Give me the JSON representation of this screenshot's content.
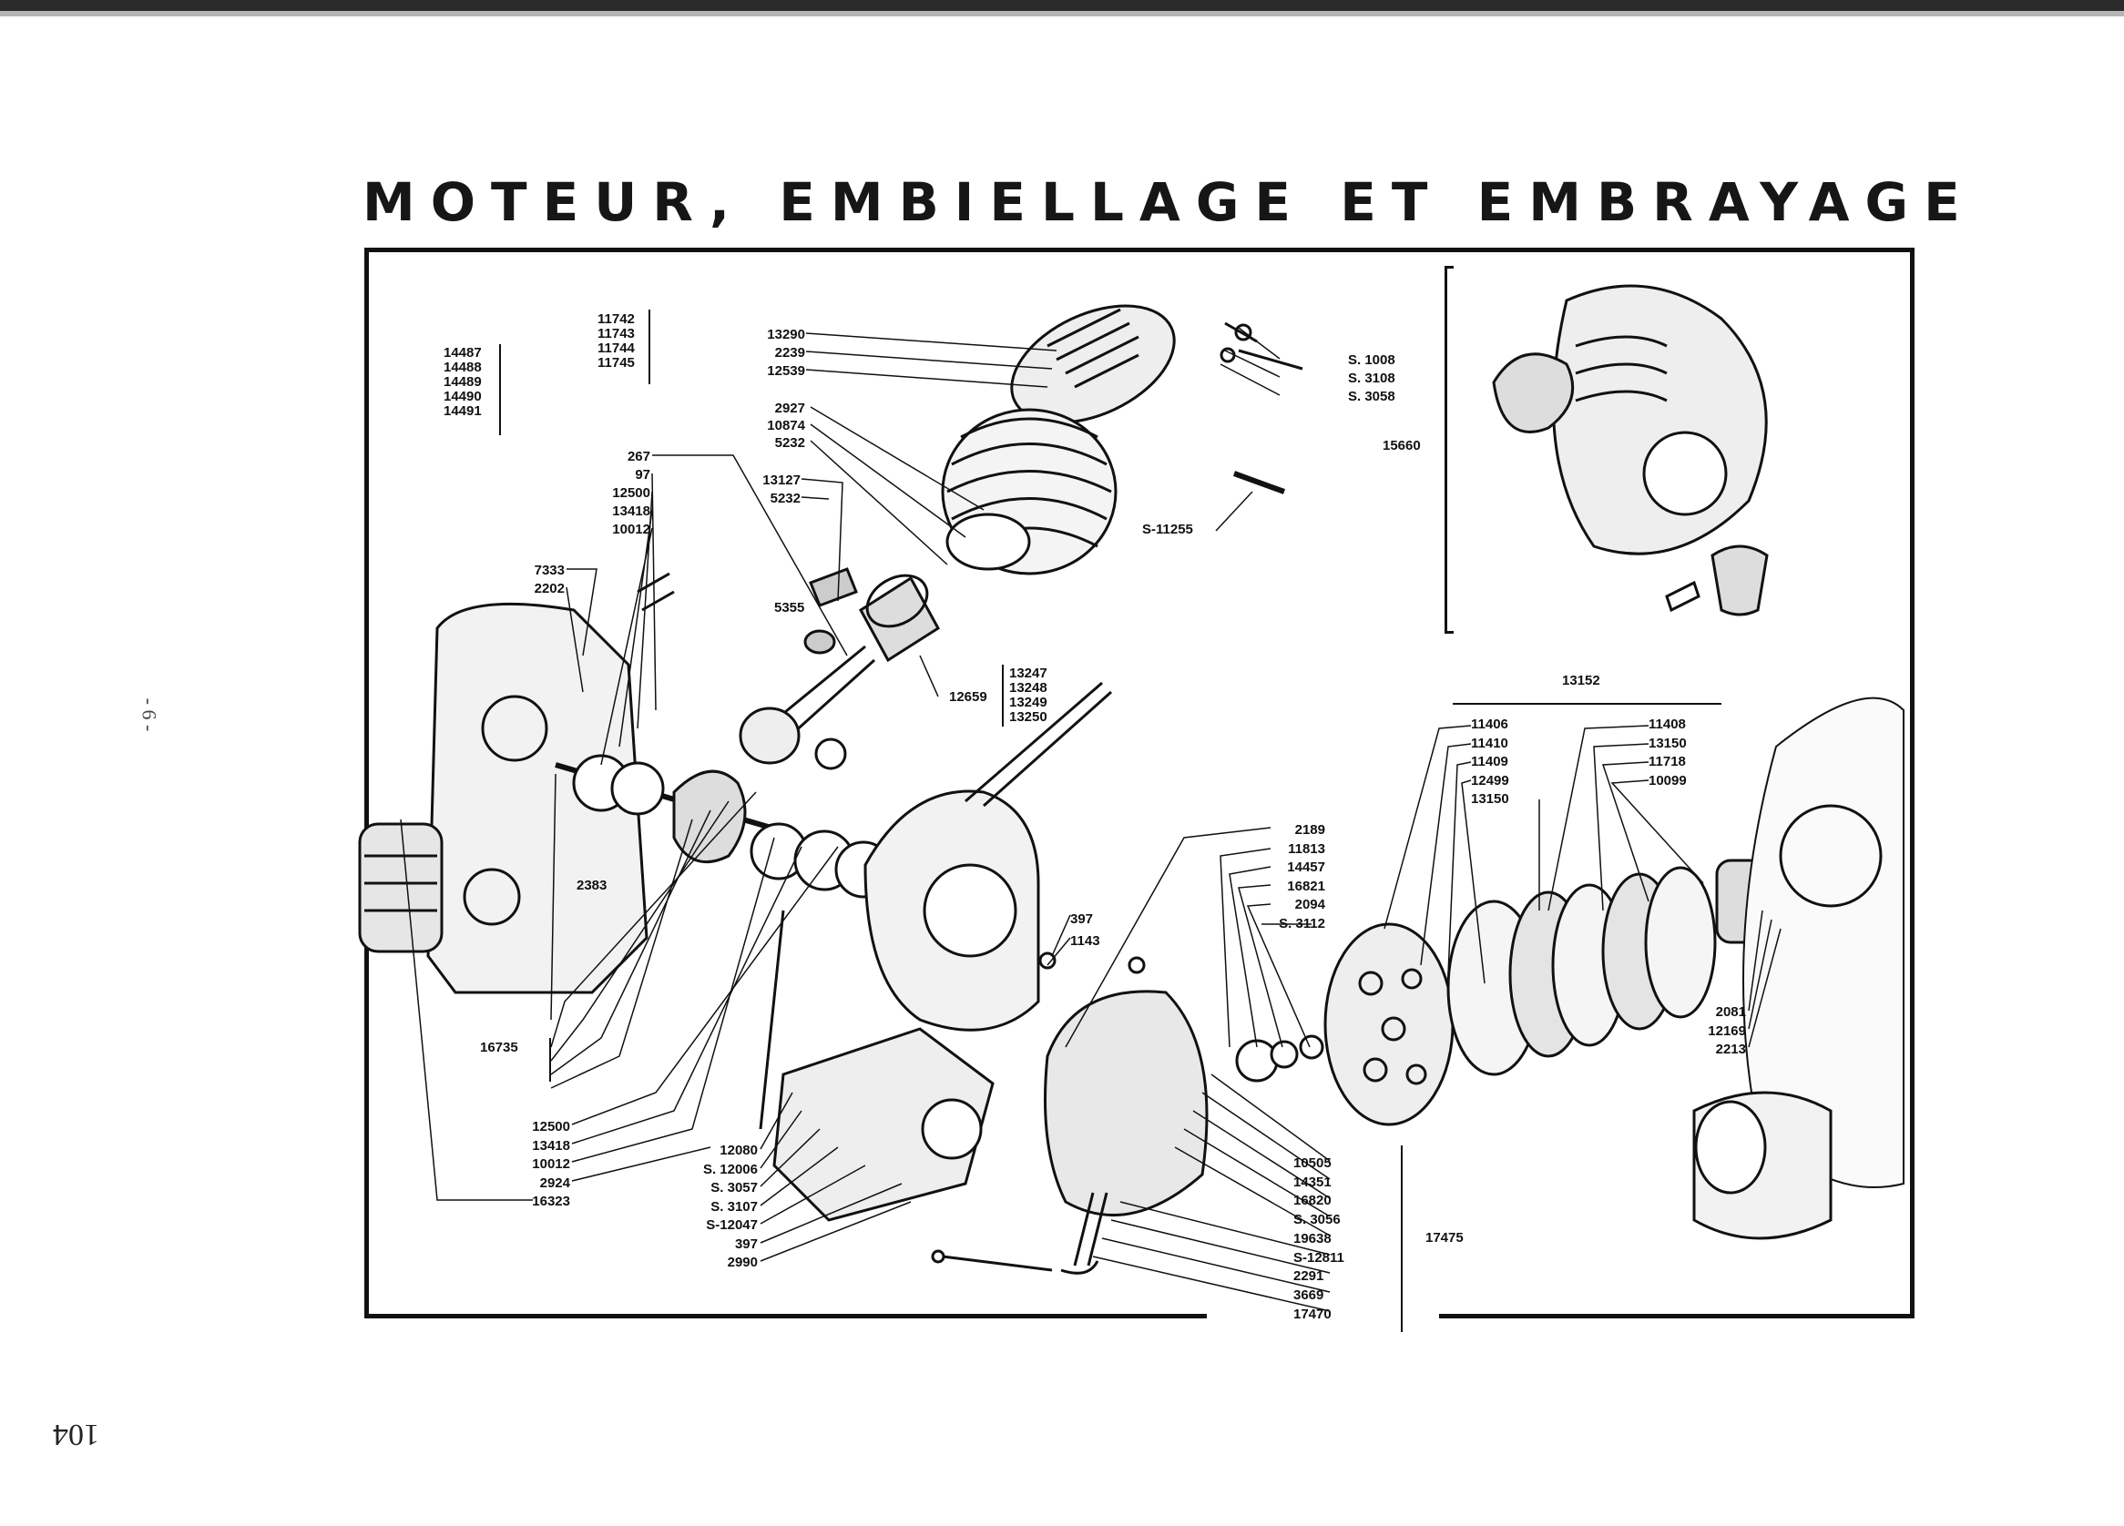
{
  "title": "MOTEUR, EMBIELLAGE ET EMBRAYAGE",
  "page_number": "104",
  "side_mark": "- 6 -",
  "inset_part": "15660",
  "groups": {
    "g_14487": [
      "14487",
      "14488",
      "14489",
      "14490",
      "14491"
    ],
    "g_11742": [
      "11742",
      "11743",
      "11744",
      "11745"
    ],
    "g_13290": [
      "13290",
      "2239",
      "12539"
    ],
    "g_2927": [
      "2927",
      "10874",
      "5232"
    ],
    "g_13127": [
      "13127",
      "5232"
    ],
    "g_267": [
      "267",
      "97",
      "12500",
      "13418",
      "10012"
    ],
    "g_7333": [
      "7333",
      "2202"
    ],
    "g_s1008": [
      "S. 1008",
      "S. 3108",
      "S. 3058"
    ],
    "g_s11255": "S-11255",
    "g_5355": "5355",
    "g_12659": "12659",
    "g_13247": [
      "13247",
      "13248",
      "13249",
      "13250"
    ],
    "g_13152": "13152",
    "g_11406": [
      "11406",
      "11410",
      "11409",
      "12499",
      "13150"
    ],
    "g_11408": [
      "11408",
      "13150",
      "11718",
      "10099"
    ],
    "g_2189": [
      "2189",
      "11813",
      "14457",
      "16821",
      "2094",
      "S. 3112"
    ],
    "g_397": [
      "397",
      "1143"
    ],
    "g_2383": "2383",
    "g_16735": "16735",
    "g_12500b": [
      "12500",
      "13418",
      "10012",
      "2924",
      "16323"
    ],
    "g_12080": [
      "12080",
      "S. 12006",
      "S. 3057",
      "S. 3107",
      "S-12047",
      "397",
      "2990"
    ],
    "g_10505": [
      "10505",
      "14351",
      "16820",
      "S. 3056",
      "19638",
      "S-12811",
      "2291",
      "3669",
      "17470"
    ],
    "g_17475": "17475",
    "g_2081": [
      "2081",
      "12169",
      "2213"
    ]
  },
  "colors": {
    "ink": "#111111",
    "paper": "#ffffff"
  }
}
